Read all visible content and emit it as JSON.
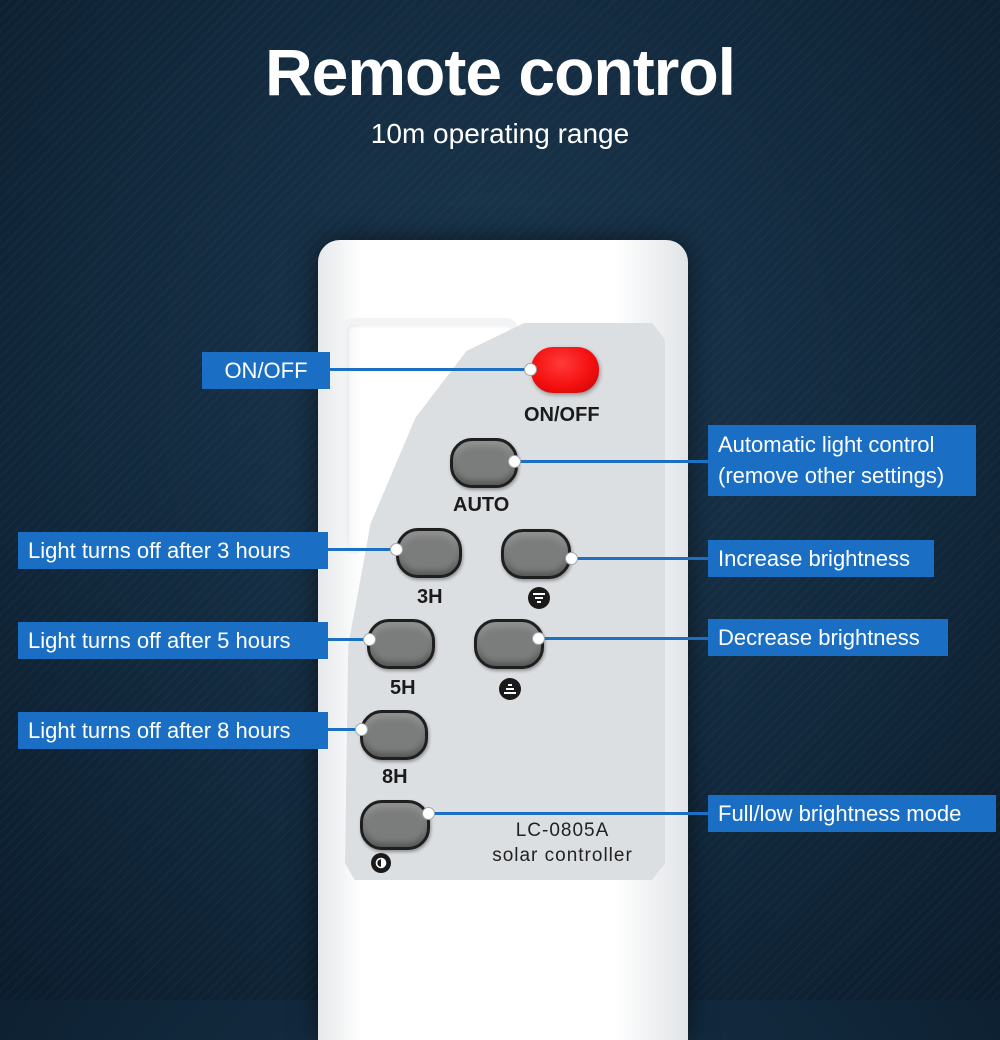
{
  "header": {
    "title": "Remote control",
    "subtitle": "10m operating range"
  },
  "remote": {
    "buttons": {
      "power": "ON/OFF",
      "auto": "AUTO",
      "timer_3h": "3H",
      "timer_5h": "5H",
      "timer_8h": "8H"
    },
    "model": "LC-0805A",
    "model_sub": "solar controller"
  },
  "callouts": {
    "power": "ON/OFF",
    "auto_line1": "Automatic light control",
    "auto_line2": "(remove other settings)",
    "timer_3h": "Light turns off after 3 hours",
    "timer_5h": "Light turns off after 5 hours",
    "timer_8h": "Light turns off after 8 hours",
    "brightness_up": "Increase brightness",
    "brightness_down": "Decrease brightness",
    "mode": "Full/low brightness mode"
  },
  "colors": {
    "callout_bg": "#1a6fc4",
    "power_button": "#f51010",
    "button_grey": "#7b7c7c",
    "background": "#12293d"
  },
  "icons": {
    "brightness_up": "brightness-up-icon",
    "brightness_down": "brightness-down-icon",
    "mode": "brightness-mode-icon"
  }
}
